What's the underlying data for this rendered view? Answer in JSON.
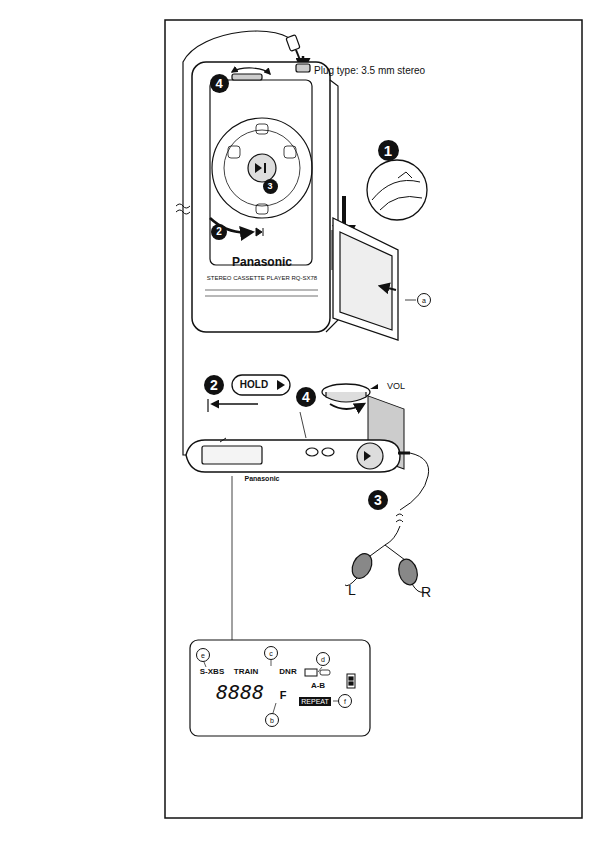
{
  "diagram": {
    "labels": [
      "4",
      "Plug type: 3.5 mm stereo",
      "1",
      "3",
      "2",
      "Panasonic",
      "STEREO CASSETTE PLAYER RQ-SX78",
      "a",
      "2",
      "HOLD",
      "4",
      "VOL",
      "3",
      "Panasonic",
      "L",
      "R",
      "e",
      "c",
      "d",
      "S-XBS",
      "TRAIN",
      "DNR",
      "8888",
      "F",
      "A-B",
      "REPEAT",
      "f",
      "b"
    ]
  }
}
